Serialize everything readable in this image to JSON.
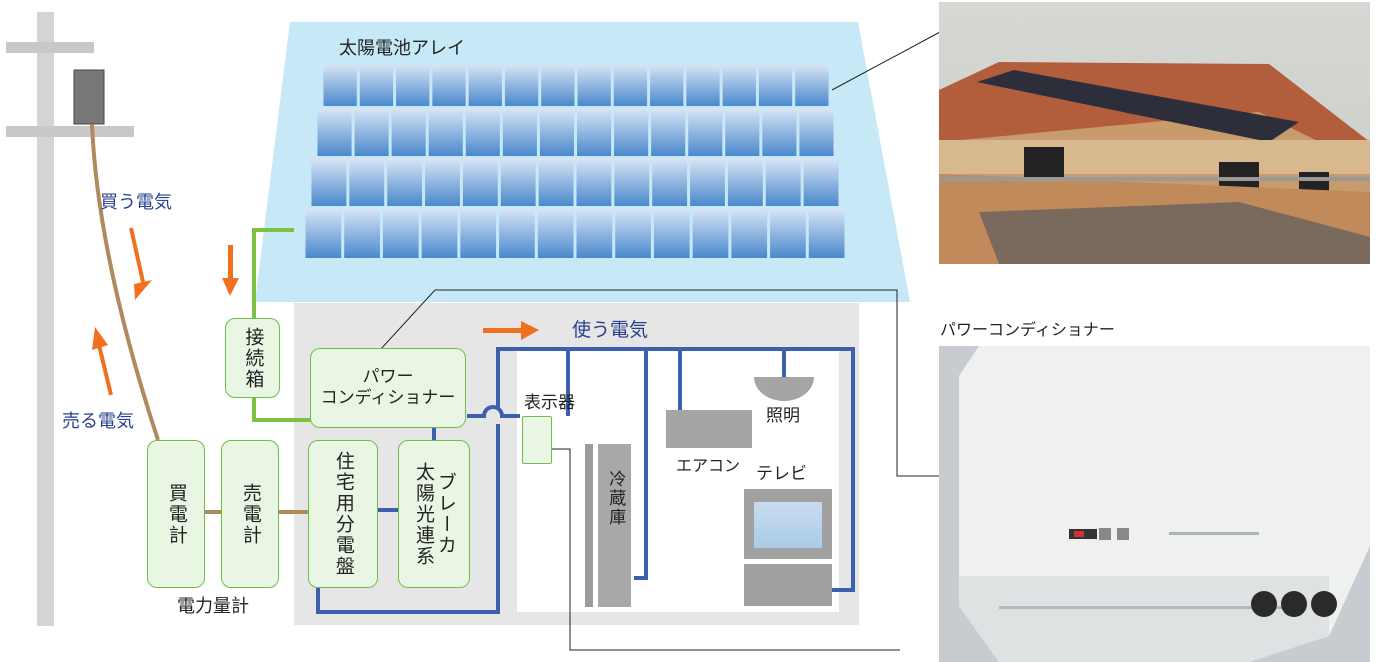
{
  "labels": {
    "solar_array": "太陽電池アレイ",
    "buy_electricity": "買う電気",
    "sell_electricity": "売る電気",
    "use_electricity": "使う電気",
    "display": "表示器",
    "lighting": "照明",
    "aircon": "エアコン",
    "tv": "テレビ",
    "meters_group": "電力量計",
    "power_conditioner_photo": "パワーコンディショナー"
  },
  "boxes": {
    "junction_box": "接続箱",
    "power_conditioner_line1": "パワー",
    "power_conditioner_line2": "コンディショナー",
    "buy_meter": "買電計",
    "sell_meter": "売電計",
    "distribution_board": "住宅用分電盤",
    "pv_breaker_col1": "太陽光連系",
    "pv_breaker_col2": "ブレーカ",
    "fridge": "冷蔵庫"
  },
  "colors": {
    "dc_wire": "#7cc142",
    "ac_wire": "#3d5fb0",
    "grid_wire": "#b08a5c",
    "arrow": "#f07020",
    "label_blue": "#2a3f8f",
    "box_border": "#6bbf4a",
    "box_fill": "#e9f6e4",
    "roof": "#c7e8f6",
    "house": "#e6e6e6",
    "appliance": "#a0a0a0"
  }
}
